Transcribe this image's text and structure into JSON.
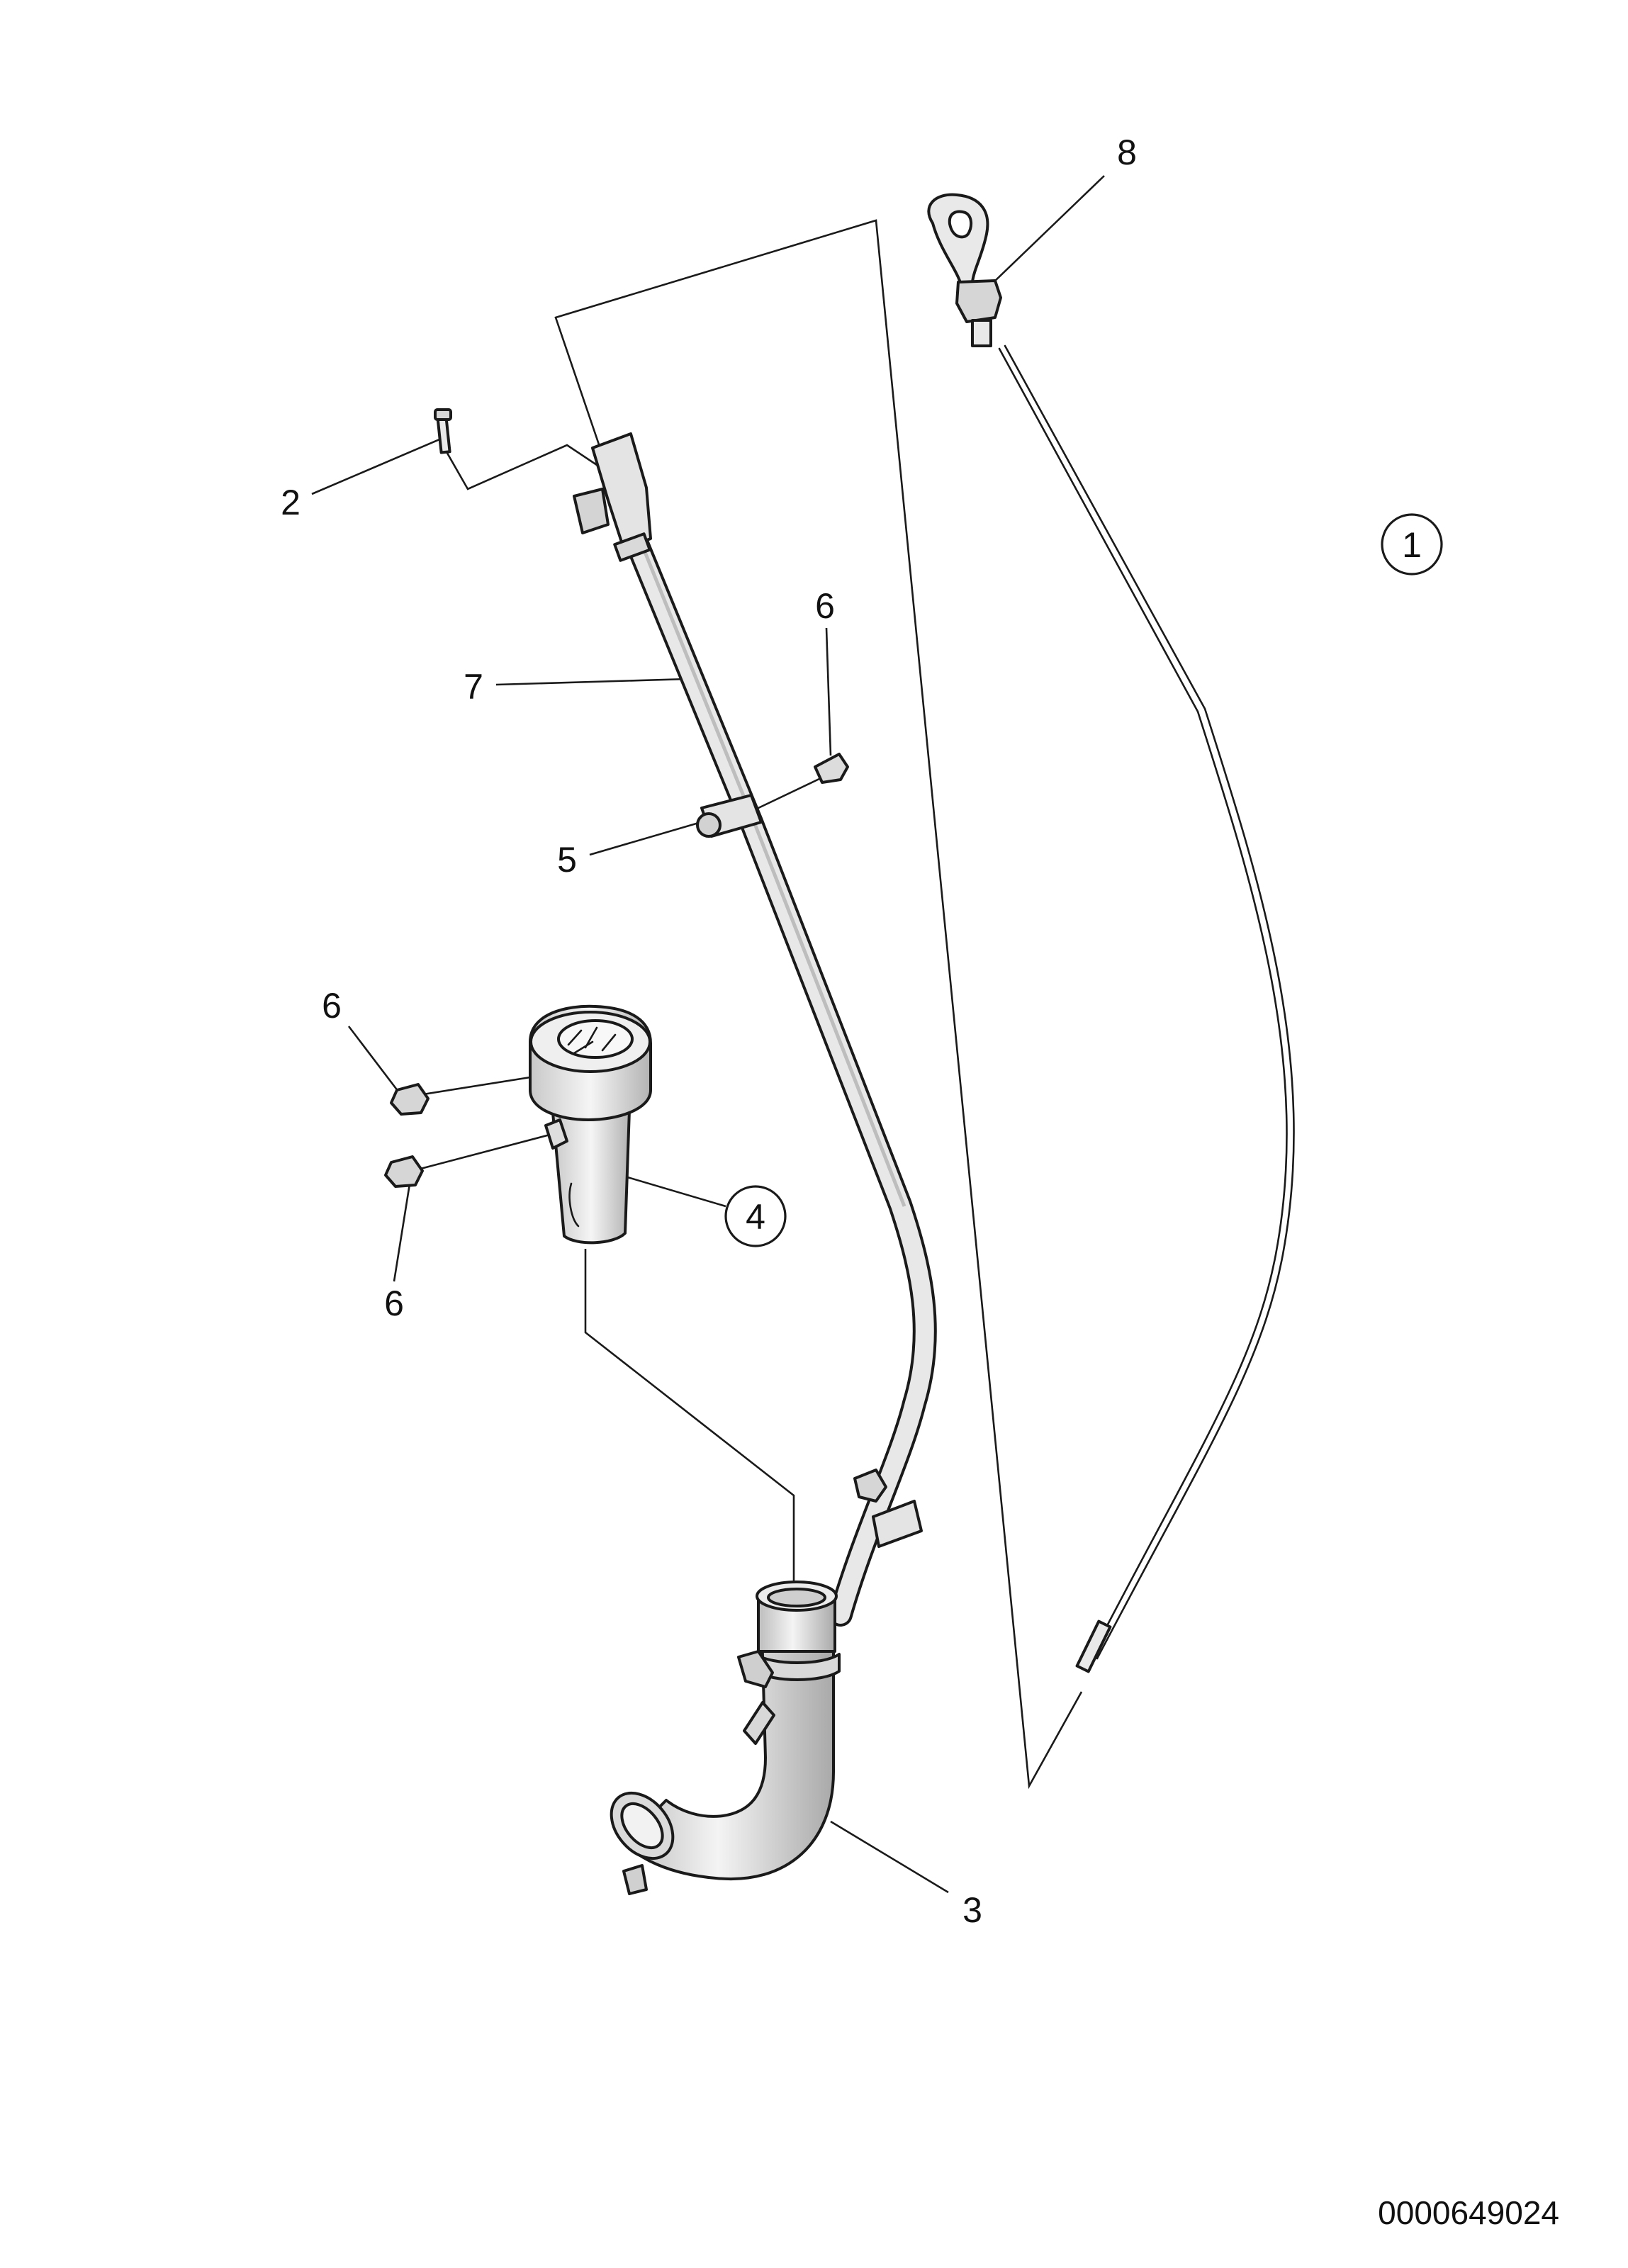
{
  "diagram": {
    "callouts": [
      {
        "id": "c1",
        "label": "1",
        "circled": true
      },
      {
        "id": "c2",
        "label": "2",
        "circled": false
      },
      {
        "id": "c3",
        "label": "3",
        "circled": false
      },
      {
        "id": "c4",
        "label": "4",
        "circled": true
      },
      {
        "id": "c5",
        "label": "5",
        "circled": false
      },
      {
        "id": "c6a",
        "label": "6",
        "circled": false
      },
      {
        "id": "c6b",
        "label": "6",
        "circled": false
      },
      {
        "id": "c6c",
        "label": "6",
        "circled": false
      },
      {
        "id": "c7",
        "label": "7",
        "circled": false
      },
      {
        "id": "c8",
        "label": "8",
        "circled": false
      }
    ],
    "figure_number": "0000649024"
  },
  "colors": {
    "line": "#1a1a1a",
    "part_fill": "#e9e9e9",
    "part_shadow": "#b8b8b8",
    "background": "#ffffff"
  }
}
